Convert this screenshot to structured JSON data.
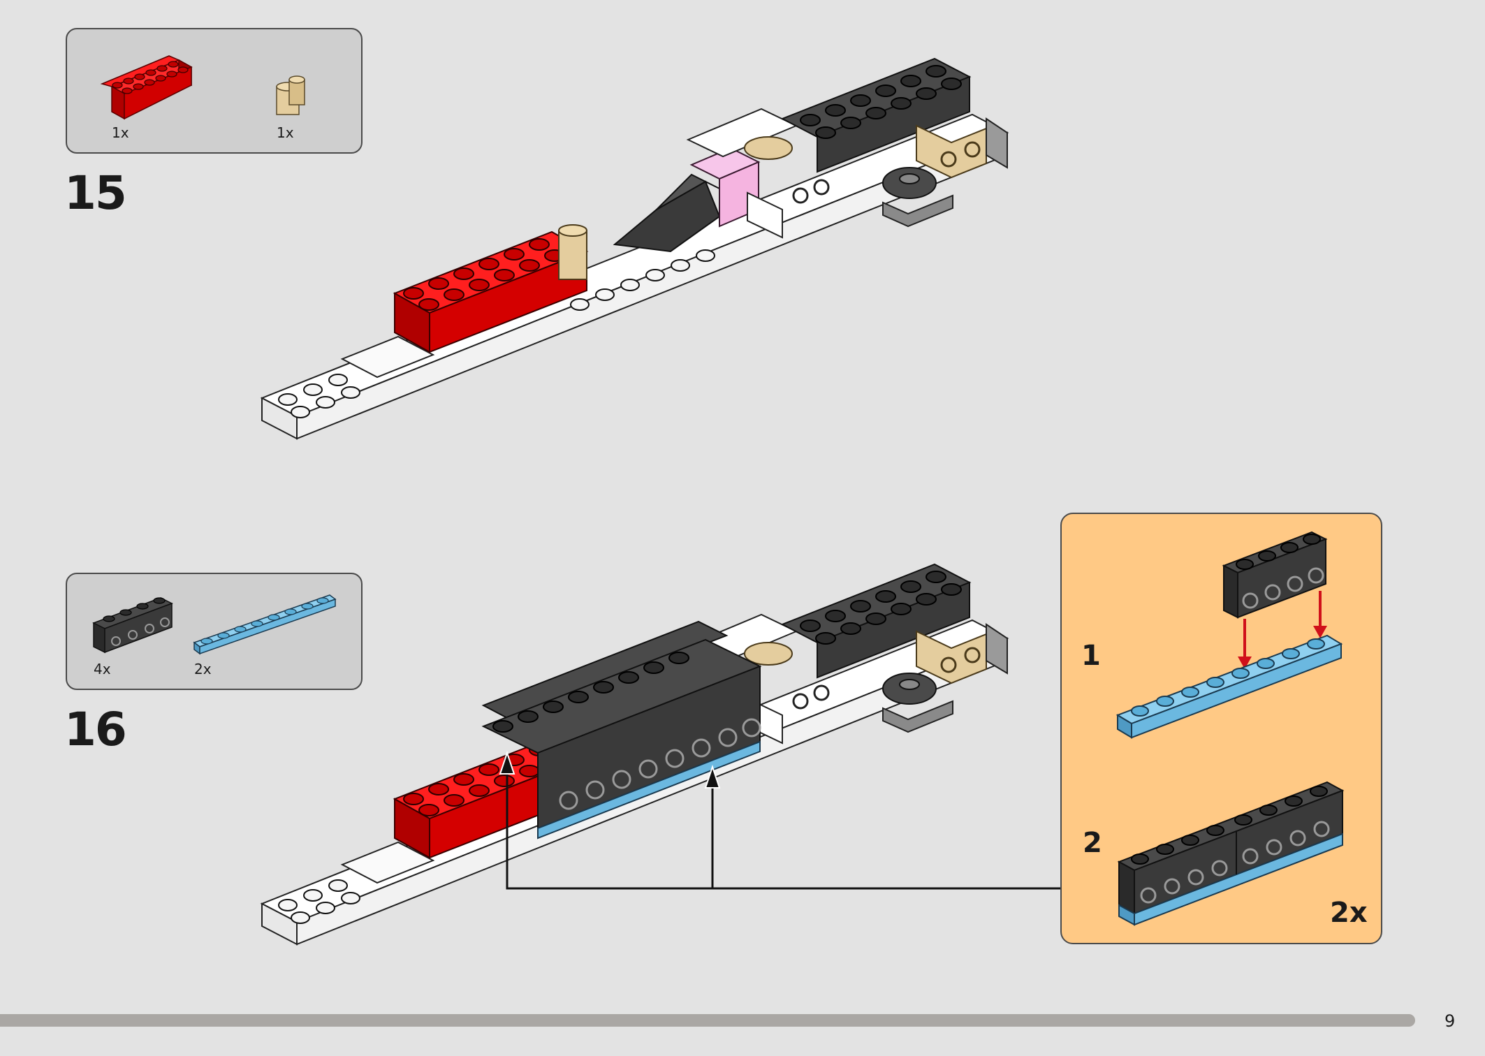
{
  "steps": [
    {
      "number": "15",
      "parts": [
        {
          "name": "red 2x6 brick",
          "count": "1x",
          "color": "#e3000b"
        },
        {
          "name": "tan 1x1 brick",
          "count": "1x",
          "color": "#e4cd9e"
        }
      ]
    },
    {
      "number": "16",
      "parts": [
        {
          "name": "dark grey 1x4 technic brick",
          "count": "4x",
          "color": "#3a3a3a"
        },
        {
          "name": "light blue 1x8 plate",
          "count": "2x",
          "color": "#6bb8e0"
        }
      ]
    }
  ],
  "sub_assembly": {
    "steps": [
      "1",
      "2"
    ],
    "multiplier": "2x",
    "background": "#ffc985"
  },
  "page": {
    "number": "9"
  },
  "colors": {
    "background": "#e3e3e3",
    "parts_box": "#cfcfcf",
    "red": "#e3000b",
    "dark_grey": "#3a3a3a",
    "light_blue": "#6bb8e0",
    "tan": "#e4cd9e",
    "pink": "#f5b4e0",
    "white": "#ffffff",
    "arrow_red": "#d0101a"
  }
}
